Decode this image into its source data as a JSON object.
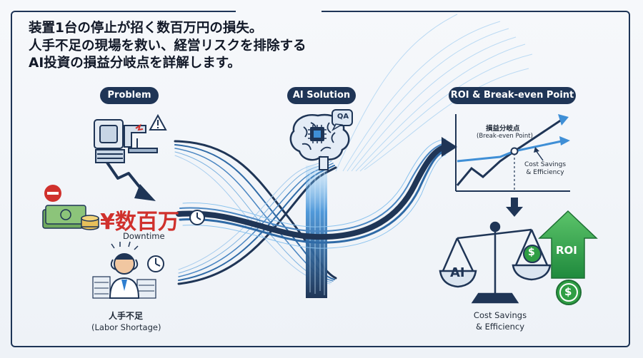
{
  "headline": {
    "line1": "装置1台の停止が招く数百万円の損失。",
    "line2": "人手不足の現場を救い、経営リスクを排除する",
    "line3": "AI投資の損益分岐点を詳解します。"
  },
  "problem": {
    "pill": "Problem",
    "loss_amount": "¥数百万",
    "loss_caption": "Downtime",
    "labor_jp": "人手不足",
    "labor_en": "(Labor Shortage)"
  },
  "solution": {
    "pill": "AI Solution",
    "qa_badge": "QA"
  },
  "roi": {
    "pill": "ROI & Break-even Point",
    "breakeven_jp": "損益分岐点",
    "breakeven_en": "(Break-even Point)",
    "chart_savings_line1": "Cost Savings",
    "chart_savings_line2": "& Efficiency",
    "scale_left": "AI",
    "scale_right_symbol": "$",
    "arrow_label": "ROI",
    "coin_symbol": "$",
    "bottom_line1": "Cost Savings",
    "bottom_line2": "& Efficiency"
  },
  "colors": {
    "navy": "#1f3556",
    "blue": "#2f7fd0",
    "red": "#d0312d",
    "green": "#2f9e44"
  },
  "icons": [
    "warning-icon",
    "clock-icon",
    "minus-icon",
    "brain-icon",
    "chip-icon",
    "scale-icon",
    "dollar-icon",
    "arrow-up-icon"
  ]
}
